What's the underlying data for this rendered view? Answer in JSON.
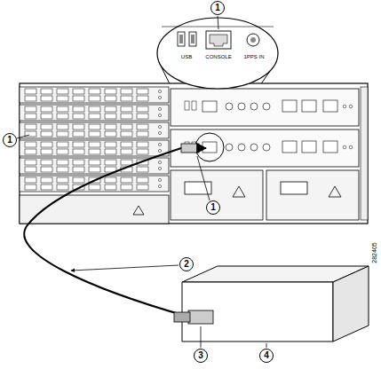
{
  "diagram": {
    "labels": [
      "1",
      "USB",
      "CONSOLE",
      "1PPS IN",
      "1",
      "1",
      "2",
      "3",
      "4",
      "282405"
    ]
  }
}
